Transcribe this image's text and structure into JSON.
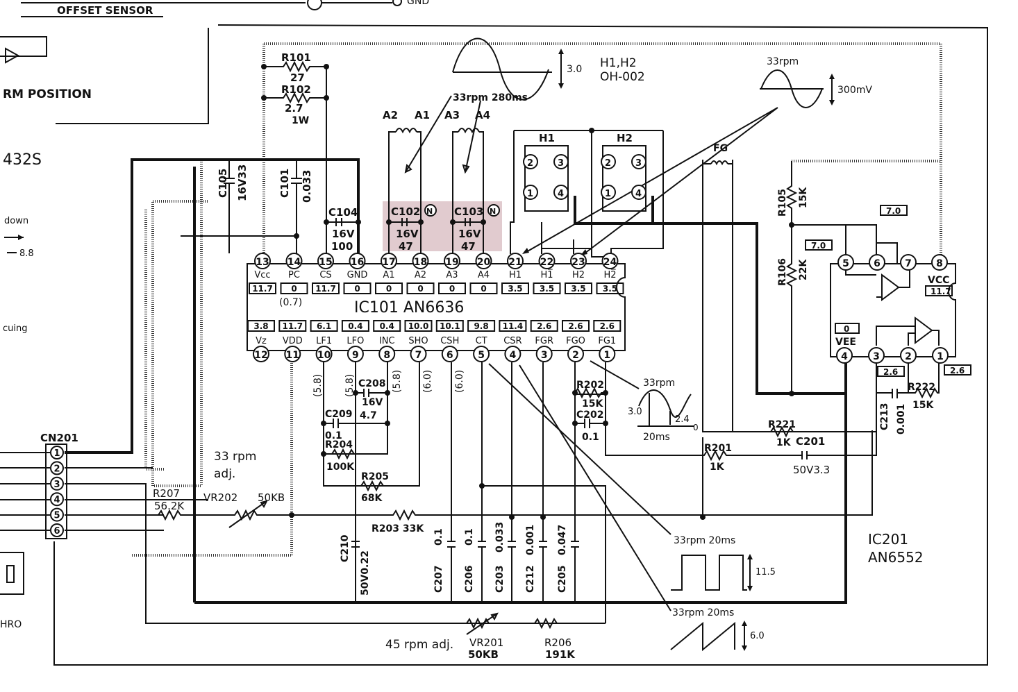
{
  "header": {
    "offset_sensor": "OFFSET  SENSOR",
    "gnd": "GND"
  },
  "left": {
    "arm_position": "RM POSITION",
    "model": "432S",
    "down": "down",
    "val_88": "8.8",
    "cuing": "cuing",
    "hro": "HRO"
  },
  "ic101": {
    "name": "IC101  AN6636",
    "top_pins": [
      {
        "num": "13",
        "label": "Vcc",
        "volt": "11.7"
      },
      {
        "num": "14",
        "label": "PC",
        "volt": "0"
      },
      {
        "num": "15",
        "label": "CS",
        "volt": "11.7"
      },
      {
        "num": "16",
        "label": "GND",
        "volt": "0"
      },
      {
        "num": "17",
        "label": "A1",
        "volt": "0"
      },
      {
        "num": "18",
        "label": "A2",
        "volt": "0"
      },
      {
        "num": "19",
        "label": "A3",
        "volt": "0"
      },
      {
        "num": "20",
        "label": "A4",
        "volt": "0"
      },
      {
        "num": "21",
        "label": "H1",
        "volt": "3.5"
      },
      {
        "num": "22",
        "label": "H1̅",
        "volt": "3.5"
      },
      {
        "num": "23",
        "label": "H2",
        "volt": "3.5"
      },
      {
        "num": "24",
        "label": "H2̅",
        "volt": "3.5"
      }
    ],
    "bottom_pins": [
      {
        "num": "12",
        "label": "Vz",
        "volt": "3.8"
      },
      {
        "num": "11",
        "label": "VDD",
        "volt": "11.7"
      },
      {
        "num": "10",
        "label": "LF1",
        "volt": "6.1"
      },
      {
        "num": "9",
        "label": "LFO",
        "volt": "0.4"
      },
      {
        "num": "8",
        "label": "INC",
        "volt": "0.4"
      },
      {
        "num": "7",
        "label": "SHO",
        "volt": "10.0"
      },
      {
        "num": "6",
        "label": "CSH",
        "volt": "10.1"
      },
      {
        "num": "5",
        "label": "CT",
        "volt": "9.8"
      },
      {
        "num": "4",
        "label": "CSR",
        "volt": "11.4"
      },
      {
        "num": "3",
        "label": "FGR",
        "volt": "2.6"
      },
      {
        "num": "2",
        "label": "FGO",
        "volt": "2.6"
      },
      {
        "num": "1",
        "label": "FG1",
        "volt": "2.6"
      }
    ],
    "pc_paren": "(0.7)",
    "side_volts": [
      "(5.8)",
      "(5.8)",
      "(5.8)",
      "(6.0)",
      "(6.0)"
    ]
  },
  "ic201": {
    "name_line1": "IC201",
    "name_line2": "AN6552",
    "top_pins": [
      "5",
      "6",
      "7",
      "8"
    ],
    "bottom_pins": [
      "4",
      "3",
      "2",
      "1"
    ],
    "vcc": "VCC",
    "vcc_volt": "11.7",
    "vee": "VEE",
    "vee_volt": "0",
    "v7a": "7.0",
    "v7b": "7.0",
    "v26a": "2.6",
    "v26b": "2.6"
  },
  "hall": {
    "title": "H1,H2",
    "part": "OH-002",
    "h1": "H1",
    "h2": "H2",
    "pins": [
      "2",
      "3",
      "1",
      "4"
    ],
    "fg": "FG"
  },
  "coils": {
    "a2": "A2",
    "a1": "A1",
    "a3": "A3",
    "a4": "A4"
  },
  "components": {
    "r101": "R101",
    "r101v": "27",
    "r102": "R102",
    "r102v": "2.7",
    "r102w": "1W",
    "c105": "C105",
    "c105v": "16V33",
    "c101": "C101",
    "c101v": "0.033",
    "c104": "C104",
    "c104v1": "16V",
    "c104v2": "100",
    "c102": "C102",
    "c102v1": "16V",
    "c102v2": "47",
    "c103": "C103",
    "c103v1": "16V",
    "c103v2": "47",
    "n": "N",
    "r105": "R105",
    "r105v": "15K",
    "r106": "R106",
    "r106v": "22K",
    "c208": "C208",
    "c208v1": "16V",
    "c208v2": "4.7",
    "c209": "C209",
    "c209v": "0.1",
    "r204": "R204",
    "r204v": "100K",
    "r205": "R205",
    "r205v": "68K",
    "r202": "R202",
    "r202v": "15K",
    "c202": "C202",
    "c202v": "0.1",
    "r201": "R201",
    "r201v": "1K",
    "r221": "R221",
    "r221v": "1K",
    "c201": "C201",
    "c201v": "50V3.3",
    "c213": "C213",
    "c213v": "0.001",
    "r222": "R222",
    "r222v": "15K",
    "cn201": "CN201",
    "cn_pins": [
      "1",
      "2",
      "3",
      "4",
      "5",
      "6"
    ],
    "r207": "R207",
    "r207v": "56.2K",
    "vr202": "VR202",
    "vr202v": "50KB",
    "adj33_1": "33 rpm",
    "adj33_2": "adj.",
    "r203": "R203 33K",
    "c210": "C210",
    "c210v": "50V0.22",
    "c207": "C207",
    "c207v": "0.1",
    "c206": "C206",
    "c206v": "0.1",
    "c203": "C203",
    "c203v": "0.033",
    "c212": "C212",
    "c212v": "0.001",
    "c205": "C205",
    "c205v": "0.047",
    "adj45": "45 rpm adj.",
    "vr201": "VR201",
    "vr201v": "50KB",
    "r206": "R206",
    "r206v": "191K"
  },
  "waves": {
    "w1_amp": "3.0",
    "w1_label": "33rpm  280ms",
    "w2_title": "33rpm",
    "w2_amp": "300mV",
    "w3_title": "33rpm",
    "w3_amp": "3.0",
    "w3_lvl": "2.4",
    "w3_zero": "0",
    "w3_time": "20ms",
    "w4_title": "33rpm  20ms",
    "w4_amp": "11.5",
    "w5_title": "33rpm  20ms",
    "w5_amp": "6.0"
  }
}
